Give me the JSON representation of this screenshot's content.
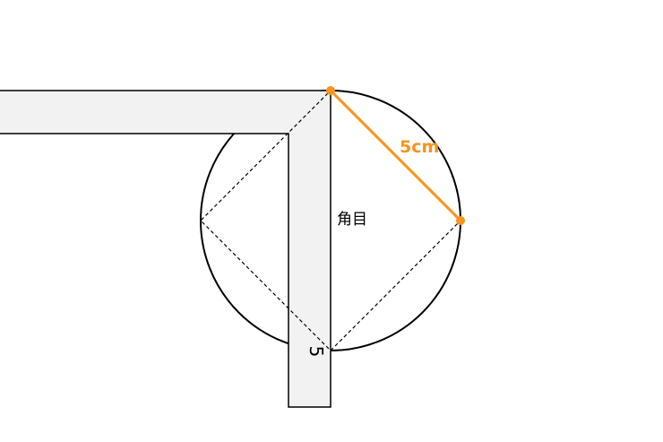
{
  "labels": {
    "side_length": "5cm",
    "kakume": "角目",
    "ruler_digit": "5"
  },
  "colors": {
    "accent": "#f7931e",
    "outline": "#000000",
    "ruler_fill": "#f2f2f2",
    "background": "#ffffff"
  },
  "icons": {
    "tool": "carpenter-square-icon"
  }
}
